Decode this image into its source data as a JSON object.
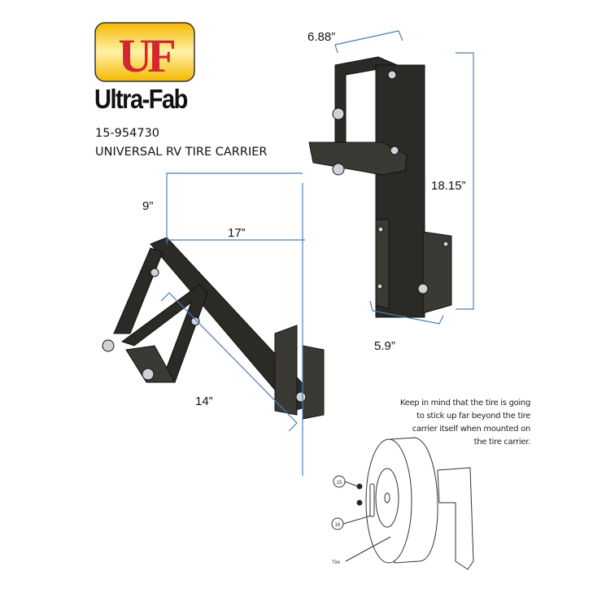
{
  "logo": {
    "mark": "UF",
    "wordmark": "Ultra-Fab",
    "colors": {
      "badge": "#f7c31a",
      "letters": "#d22630"
    }
  },
  "product": {
    "part_number": "15-954730",
    "name": "UNIVERSAL RV TIRE CARRIER"
  },
  "dimensions": {
    "top_width": "6.88”",
    "height": "18.15”",
    "bottom_width": "5.9”",
    "offset": "9”",
    "extension": "17”",
    "arm_length": "14”"
  },
  "note": [
    "Keep in mind that the tire is going",
    "to stick up far beyond the tire",
    "carrier itself when mounted on",
    "the tire carrier."
  ],
  "callouts": {
    "nut": "15",
    "bolt": "16",
    "tire": "Tire"
  },
  "colors": {
    "dimension_line": "#4a7ebb",
    "steel": "#2b2a26"
  }
}
